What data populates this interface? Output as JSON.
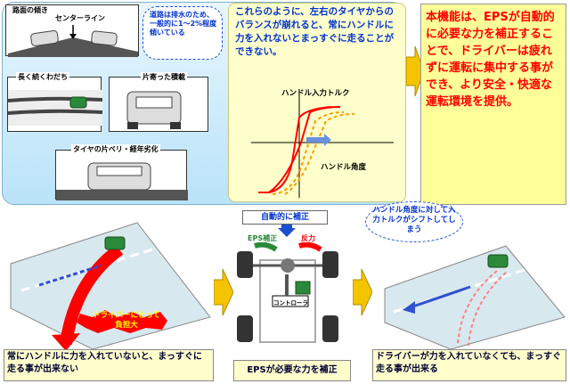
{
  "top_left": {
    "road_slope_label": "路面の傾き",
    "center_line_label": "センターライン",
    "slope_note": "道路は排水のため、一般的に1～2%程度傾いている",
    "rut_label": "長く続くわだち",
    "load_label": "片寄った積載",
    "tire_label": "タイヤの片ベリ・経年劣化"
  },
  "center_panel": {
    "description": "これらのように、左右のタイヤからのバランスが崩れると、常にハンドルに力を入れないとまっすぐに走ることができない。",
    "graph_ylabel": "ハンドル入力トルク",
    "graph_xlabel": "ハンドル角度"
  },
  "right_panel": {
    "text": "本機能は、EPSが自動的に必要な力を補正することで、ドライバーは疲れずに運転に集中する事ができ、より安全・快適な運転環境を提供。"
  },
  "bottom": {
    "driver_burden_label": "ドライバーにとって負担大",
    "left_caption": "常にハンドルに力を入れていないと、まっすぐに走る事が出来ない",
    "auto_correct_label": "自動的に補正",
    "eps_correction_label": "EPS補正",
    "reaction_label": "反力",
    "controller_label": "コントローラ",
    "center_caption": "EPSが必要な力を補正",
    "cloud_text": "ハンドル角度に対して入力トルクがシフトしてしまう",
    "right_caption": "ドライバーが力を入れていなくても、まっすぐ走る事が出来る"
  },
  "colors": {
    "red": "#ff0000",
    "blue": "#0033cc",
    "yellow": "#ffff99",
    "arrow_yellow": "#f5c400"
  }
}
